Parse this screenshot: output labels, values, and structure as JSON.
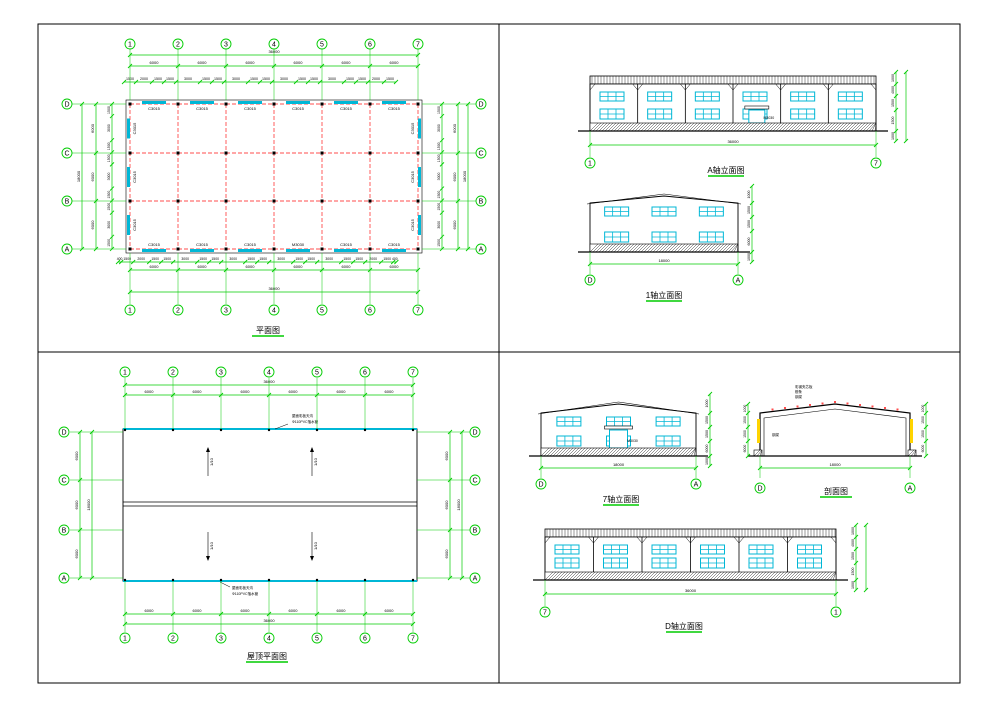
{
  "colors": {
    "frame": "#000000",
    "dimension": "#00cc00",
    "grid": "#ff4d4d",
    "window": "#00b7d6",
    "title_underline": "#00cc00",
    "hatch": "#000000"
  },
  "plan": {
    "title": "平面图",
    "axes_x": [
      "1",
      "2",
      "3",
      "4",
      "5",
      "6",
      "7"
    ],
    "axes_y": [
      "D",
      "C",
      "B",
      "A"
    ],
    "bay": "6000",
    "total": "36000",
    "sub_dims_top": [
      "1500",
      "2000",
      "1500",
      "1500",
      "3000",
      "1500",
      "1500",
      "3000",
      "1500",
      "1500",
      "3000",
      "1500",
      "1500",
      "3000",
      "1500",
      "1500",
      "2000",
      "1500"
    ],
    "sub_dims_bottom": [
      "400",
      "1500",
      "2000",
      "1500",
      "1500",
      "3000",
      "1500",
      "1500",
      "3000",
      "1500",
      "1500",
      "3000",
      "1500",
      "1500",
      "3000",
      "1500",
      "1500",
      "2000",
      "1500",
      "400"
    ],
    "side_left": [
      "6000",
      "6000",
      "6000"
    ],
    "side_total": "18000",
    "side_sub": [
      "1500",
      "3000",
      "1500",
      "1500",
      "3000",
      "1500",
      "1500",
      "3000",
      "1500"
    ],
    "win_top": [
      "C3015",
      "C3015",
      "C3015",
      "C3015",
      "C3015",
      "C3015"
    ],
    "win_bottom": [
      "C3015",
      "C3015",
      "C3015",
      "M3030",
      "C3015",
      "C3015"
    ],
    "win_left": [
      "C3015",
      "C3015",
      "C3015"
    ],
    "win_right": [
      "C3015",
      "C3015",
      "C3015"
    ],
    "edge_offset": "400"
  },
  "roof": {
    "title": "屋顶平面图",
    "axes_x": [
      "1",
      "2",
      "3",
      "4",
      "5",
      "6",
      "7"
    ],
    "axes_y": [
      "D",
      "C",
      "B",
      "A"
    ],
    "bay": "6000",
    "total": "36000",
    "side": [
      "6000",
      "6000",
      "6000"
    ],
    "side_total": "18000",
    "note_top": [
      "屋面彩板天沟",
      "Φ110PVC落水管"
    ],
    "note_bottom": [
      "屋面彩板天沟",
      "Φ110PVC落水管"
    ],
    "slope": "1/10"
  },
  "elev_a": {
    "title": "A轴立面图",
    "axis_left": "1",
    "axis_right": "7",
    "total": "36000",
    "door": "M3030",
    "heights": [
      "1000",
      "4000",
      "1500",
      "1500",
      "1000"
    ]
  },
  "elev_1": {
    "title": "1轴立面图",
    "axis_left": "D",
    "axis_right": "A",
    "total": "18000",
    "heights": [
      "1000",
      "1500",
      "1500",
      "6000",
      "1000"
    ]
  },
  "elev_7": {
    "title": "7轴立面图",
    "axis_left": "D",
    "axis_right": "A",
    "total": "18000",
    "door": "M3030",
    "heights": [
      "1000",
      "1500",
      "1500",
      "6000",
      "1000"
    ]
  },
  "section": {
    "title": "剖面图",
    "axis_left": "D",
    "axis_right": "A",
    "total": "18000",
    "notes": [
      "彩钢夹芯板",
      "檩条",
      "钢梁"
    ],
    "heights": [
      "1000",
      "1500",
      "1500",
      "6000"
    ]
  },
  "elev_d": {
    "title": "D轴立面图",
    "axis_left": "7",
    "axis_right": "1",
    "total": "36000",
    "heights": [
      "1000",
      "4000",
      "1500",
      "1500",
      "1000"
    ]
  }
}
